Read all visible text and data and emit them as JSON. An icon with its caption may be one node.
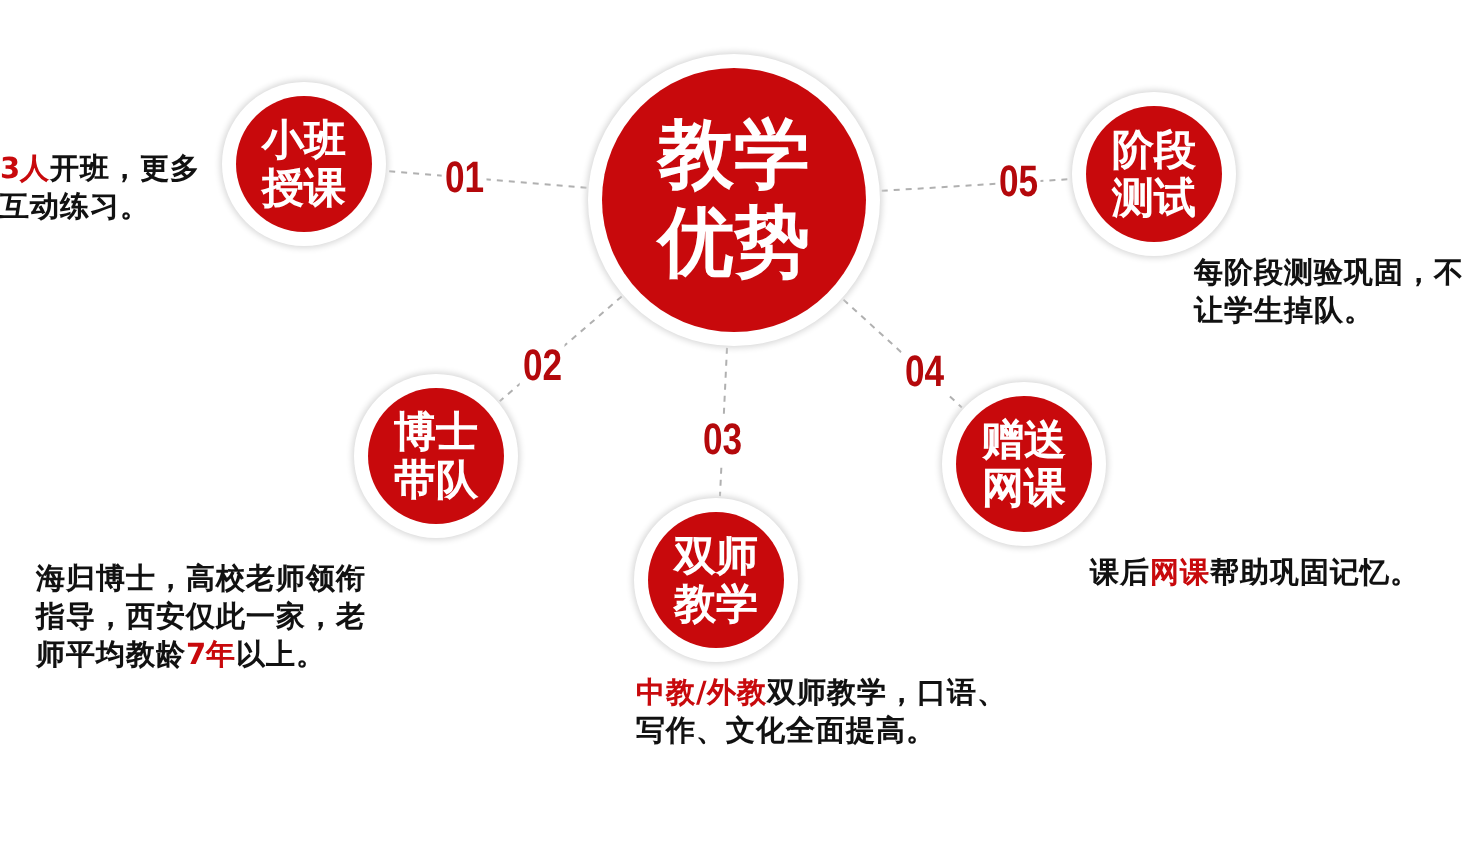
{
  "diagram": {
    "nodes": [
      {
        "text": [
          "教学优势"
        ]
      },
      {
        "text": [
          "小班授课"
        ],
        "beside": [
          "**3人**开班，更多互动练习。"
        ]
      },
      {
        "text": [
          "博士带队"
        ],
        "beside": [
          "海归博士，高校老师领衔指导，西安仅此一家，老师平均教龄**7年**以上。"
        ]
      },
      {
        "text": [
          "双师教学"
        ],
        "beside": [
          "**中教/外教**双师教学，口语、写作、文化全面提高。"
        ]
      },
      {
        "text": [
          "赠送网课"
        ],
        "beside": [
          "课后**网课**帮助巩固记忆。"
        ]
      },
      {
        "text": [
          "阶段测试"
        ],
        "beside": [
          "每阶段测验巩固，不让学生掉队。"
        ]
      }
    ],
    "edges": [
      {
        "from": 0,
        "to": 1,
        "arrow": "none",
        "style": "dashed",
        "label": "01"
      },
      {
        "from": 0,
        "to": 2,
        "arrow": "none",
        "style": "dashed",
        "label": "02"
      },
      {
        "from": 0,
        "to": 3,
        "arrow": "none",
        "style": "dashed",
        "label": "03"
      },
      {
        "from": 0,
        "to": 4,
        "arrow": "none",
        "style": "dashed",
        "label": "04"
      },
      {
        "from": 0,
        "to": 5,
        "arrow": "none",
        "style": "dashed",
        "label": "05"
      }
    ]
  }
}
